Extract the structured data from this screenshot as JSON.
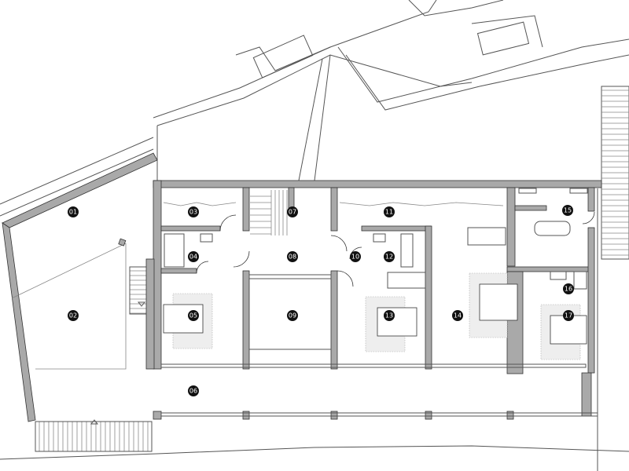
{
  "title": "Floor plan",
  "room_labels": [
    "01",
    "02",
    "03",
    "04",
    "05",
    "06",
    "07",
    "08",
    "09",
    "10",
    "11",
    "12",
    "13",
    "14",
    "15",
    "16",
    "17"
  ],
  "colors": {
    "wall": "#a9a9a9",
    "line": "#555555",
    "label": "#111111"
  }
}
